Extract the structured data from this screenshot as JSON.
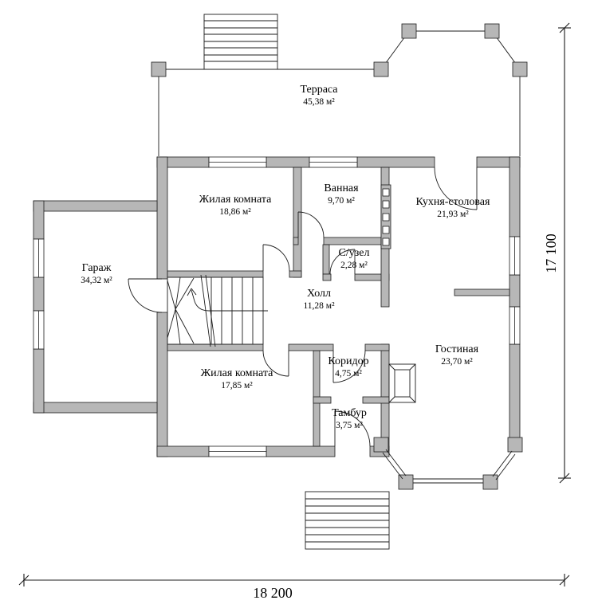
{
  "colors": {
    "wall": "#b7b7b7",
    "line": "#1c1c1c"
  },
  "plan": {
    "rooms": [
      {
        "id": "terrace",
        "name": "Терраса",
        "area": "45,38 м²"
      },
      {
        "id": "living-room-top",
        "name": "Жилая комната",
        "area": "18,86 м²"
      },
      {
        "id": "bathroom",
        "name": "Ванная",
        "area": "9,70 м²"
      },
      {
        "id": "kitchen-dining",
        "name": "Кухня-столовая",
        "area": "21,93 м²"
      },
      {
        "id": "wc",
        "name": "С/узел",
        "area": "2,28 м²"
      },
      {
        "id": "garage",
        "name": "Гараж",
        "area": "34,32 м²"
      },
      {
        "id": "hall",
        "name": "Холл",
        "area": "11,28 м²"
      },
      {
        "id": "lounge",
        "name": "Гостиная",
        "area": "23,70 м²"
      },
      {
        "id": "living-room-bottom",
        "name": "Жилая комната",
        "area": "17,85 м²"
      },
      {
        "id": "corridor",
        "name": "Коридор",
        "area": "4,75 м²"
      },
      {
        "id": "vestibule",
        "name": "Тамбур",
        "area": "3,75 м²"
      }
    ],
    "dimensions": {
      "width": "18 200",
      "height": "17 100"
    }
  }
}
